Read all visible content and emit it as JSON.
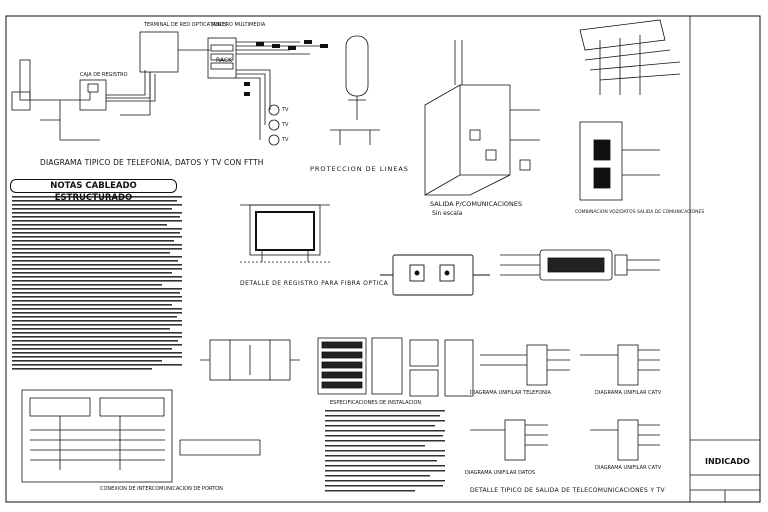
{
  "sheet": {
    "main_title": "DIAGRAMA TIPICO DE TELEFONIA, DATOS Y TV CON FTTH",
    "notes_title": "NOTAS CABLEADO ESTRUCTURADO",
    "scale_label": "INDICADO"
  },
  "labels": {
    "terminal": "TERMINAL DE RED OPTICA (ONT)",
    "tablero": "TABLERO MULTIMEDIA",
    "rack": "RACK",
    "caja_registro": "CAJA DE REGISTRO",
    "tv1": "TV",
    "tv2": "TV",
    "tv3": "TV",
    "proteccion": "PROTECCION DE LINEAS",
    "salida": "SALIDA P/COMUNICACIONES",
    "sin_escala": "Sin escala",
    "combinacion": "COMBINACION VOZ/DATOS SALIDA DE COMUNICACIONES",
    "detalle_registro": "DETALLE DE REGISTRO PARA FIBRA OPTICA",
    "conexion_portero": "CONEXION DE INTERCOMUNICACION DE PORTON",
    "diagrama_unifilar_1": "DIAGRAMA UNIFILAR TELEFONIA",
    "diagrama_unifilar_2": "DIAGRAMA UNIFILAR CATV",
    "diagrama_unifilar_3": "DIAGRAMA UNIFILAR DATOS",
    "diagrama_unifilar_4": "DIAGRAMA UNIFILAR CATV",
    "detalle_salida": "DETALLE TIPICO DE SALIDA DE TELECOMUNICACIONES Y TV",
    "especificaciones": "ESPECIFICACIONES DE INSTALACION"
  }
}
